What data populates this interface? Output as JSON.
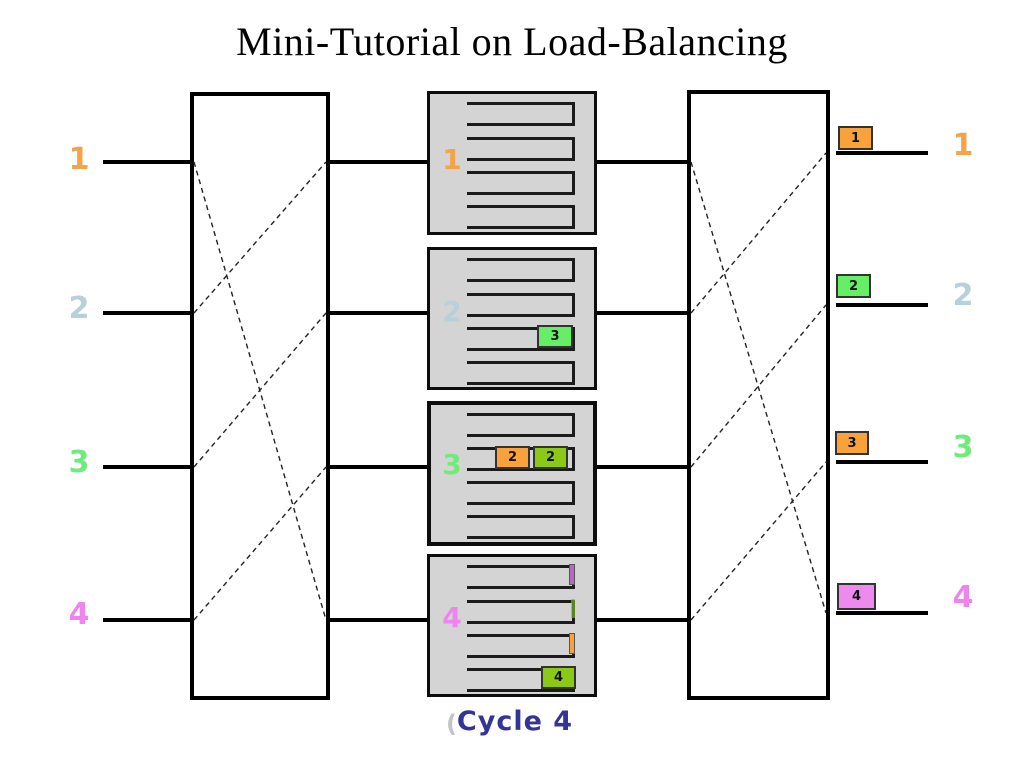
{
  "title": "Mini-Tutorial on Load-Balancing",
  "footer": {
    "artifact": "(",
    "cycle_label": "Cycle 4"
  },
  "colors": {
    "flow1": "#F2A44A",
    "flow2": "#B8CFDC",
    "flow3": "#6FEB7C",
    "flow4": "#EE85EE",
    "packet_orange": "#F9A23B",
    "packet_green_bright": "#66EE66",
    "packet_green_dark": "#8CC916",
    "packet_pink": "#EE8AEE",
    "buffer_background": "#D4D4D4",
    "cycle_text": "#333399"
  },
  "inputs": {
    "labels": [
      "1",
      "2",
      "3",
      "4"
    ]
  },
  "outputs": {
    "labels": [
      "1",
      "2",
      "3",
      "4"
    ],
    "delivered": {
      "o1": {
        "label": "1",
        "color": "#F9A23B"
      },
      "o2": {
        "label": "2",
        "color": "#66EE66"
      },
      "o3": {
        "label": "3",
        "color": "#F9A23B"
      },
      "o4": {
        "label": "4",
        "color": "#EE8AEE"
      }
    }
  },
  "buffers": {
    "labels": [
      "1",
      "2",
      "3",
      "4"
    ],
    "queues_per_buffer": 4,
    "packets": {
      "b2_q3": {
        "label": "3",
        "color": "#66EE66"
      },
      "b3_q2_head": {
        "label": "2",
        "color": "#F9A23B"
      },
      "b3_q2_next": {
        "label": "2",
        "color": "#8CC916"
      },
      "b4_q4": {
        "label": "4",
        "color": "#8CC916"
      }
    },
    "slivers": {
      "b4_q1": "#B36BBE",
      "b4_q2": "#7FBF26",
      "b4_q3": "#F9A23B"
    }
  },
  "crossbars": {
    "left": {
      "connections": [
        [
          1,
          4
        ],
        [
          2,
          1
        ],
        [
          3,
          2
        ],
        [
          4,
          3
        ]
      ]
    },
    "right": {
      "connections": [
        [
          1,
          4
        ],
        [
          2,
          1
        ],
        [
          3,
          2
        ],
        [
          4,
          3
        ]
      ]
    }
  }
}
